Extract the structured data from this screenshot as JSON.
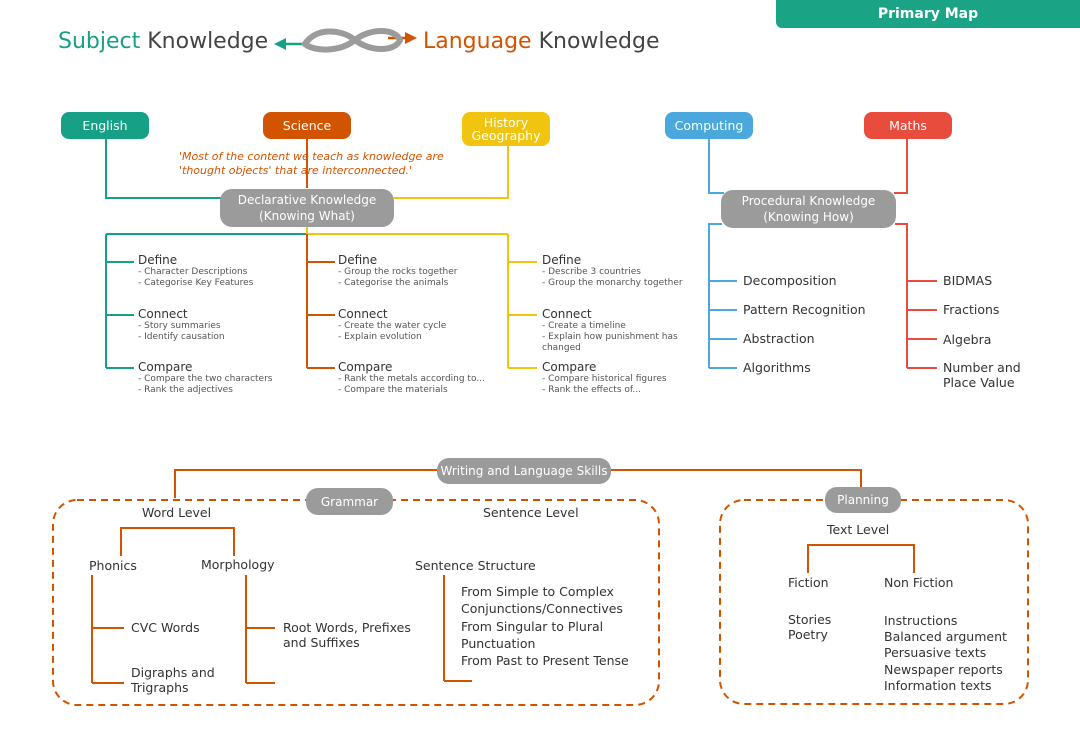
{
  "header": {
    "primary_map": "Primary Map",
    "title_left_accent": "Subject",
    "title_left_rest": "Knowledge",
    "title_right_accent": "Language",
    "title_right_rest": "Knowledge"
  },
  "subjects": {
    "english": "English",
    "science": "Science",
    "history_geography": [
      "History",
      "Geography"
    ],
    "computing": "Computing",
    "maths": "Maths"
  },
  "quote": [
    "'Most of the content we teach as knowledge are",
    "'thought objects' that are interconnected.'"
  ],
  "declarative": {
    "line1": "Declarative Knowledge",
    "line2": "(Knowing What)"
  },
  "procedural": {
    "line1": "Procedural Knowledge",
    "line2": "(Knowing How)"
  },
  "english_col": [
    {
      "title": "Define",
      "items": [
        "- Character Descriptions",
        "- Categorise Key Features"
      ]
    },
    {
      "title": "Connect",
      "items": [
        "- Story summaries",
        "- Identify causation"
      ]
    },
    {
      "title": "Compare",
      "items": [
        "- Compare the two characters",
        "- Rank the adjectives"
      ]
    }
  ],
  "science_col": [
    {
      "title": "Define",
      "items": [
        "- Group the rocks together",
        "- Categorise the animals"
      ]
    },
    {
      "title": "Connect",
      "items": [
        "- Create the water cycle",
        "- Explain evolution"
      ]
    },
    {
      "title": "Compare",
      "items": [
        "- Rank the metals according to...",
        "- Compare the materials"
      ]
    }
  ],
  "history_col": [
    {
      "title": "Define",
      "items": [
        "- Describe 3 countries",
        "- Group the monarchy together"
      ]
    },
    {
      "title": "Connect",
      "items": [
        "- Create a timeline",
        "- Explain how punishment has",
        "changed"
      ]
    },
    {
      "title": "Compare",
      "items": [
        "- Compare historical figures",
        "- Rank the effects of..."
      ]
    }
  ],
  "computing_items": [
    "Decomposition",
    "Pattern Recognition",
    "Abstraction",
    "Algorithms"
  ],
  "maths_items": [
    "BIDMAS",
    "Fractions",
    "Algebra",
    [
      "Number and",
      "Place Value"
    ]
  ],
  "writing": {
    "root": "Writing and Language Skills",
    "grammar": "Grammar",
    "planning": "Planning",
    "word_level": "Word Level",
    "sentence_level": "Sentence Level",
    "phonics": "Phonics",
    "morphology": "Morphology",
    "cvc": "CVC Words",
    "digraphs": [
      "Digraphs and",
      "Trigraphs"
    ],
    "root_words": [
      "Root Words, Prefixes",
      "and Suffixes"
    ],
    "sentence_structure": "Sentence Structure",
    "sentence_items": [
      "From Simple to Complex",
      "Conjunctions/Connectives",
      "From Singular to Plural",
      "Punctuation",
      "From Past to Present Tense"
    ],
    "text_level": "Text Level",
    "fiction": "Fiction",
    "non_fiction": "Non Fiction",
    "fiction_items": [
      "Stories",
      "Poetry"
    ],
    "non_fiction_items": [
      "Instructions",
      "Balanced argument",
      "Persuasive texts",
      "Newspaper reports",
      "Information texts"
    ]
  },
  "colors": {
    "english": "#16a085",
    "science": "#d35400",
    "history": "#f1c40f",
    "computing": "#4aa8dc",
    "maths": "#e74c3c",
    "grey": "#9b9b9b",
    "banner": "#1aa384"
  }
}
